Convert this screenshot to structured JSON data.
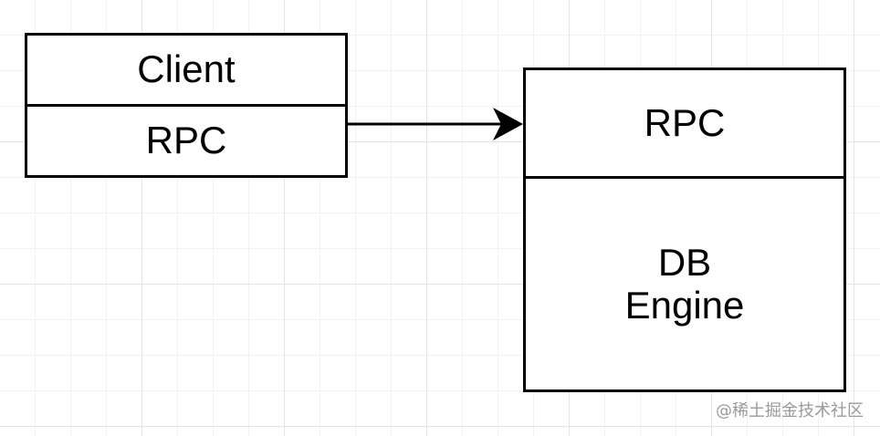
{
  "diagram": {
    "client_box": {
      "title": "Client",
      "layer": "RPC"
    },
    "server_box": {
      "layer": "RPC",
      "component_line1": "DB",
      "component_line2": "Engine"
    },
    "connector": {
      "from": "client_rpc",
      "to": "server_rpc",
      "style": "solid-arrow"
    },
    "colors": {
      "stroke": "#000000",
      "grid_major": "#e4e4e4",
      "grid_minor": "#f2f2f2",
      "watermark": "#9a9a9a"
    }
  },
  "watermark": "@稀土掘金技术社区"
}
